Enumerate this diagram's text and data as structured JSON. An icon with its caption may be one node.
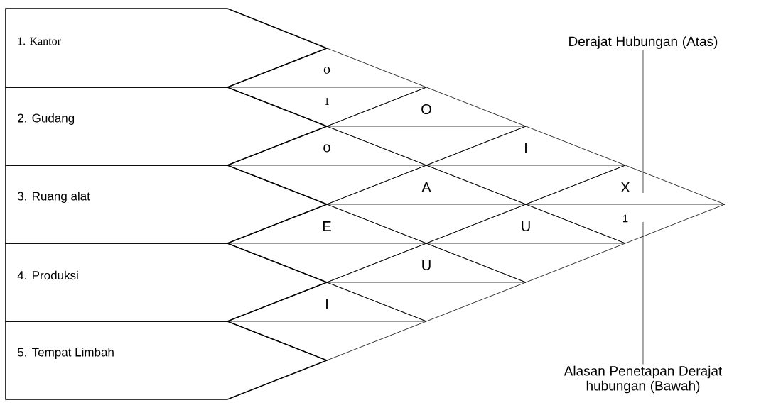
{
  "diagram": {
    "nodes": [
      {
        "text": [
          "1. Kantor"
        ]
      },
      {
        "text": [
          "2.  Gudang"
        ]
      },
      {
        "text": [
          "3. Ruang alat"
        ]
      },
      {
        "text": [
          "4. Produksi"
        ]
      },
      {
        "text": [
          "5. Tempat Limbah"
        ]
      },
      {
        "text": [
          "o",
          "1"
        ]
      },
      {
        "text": [
          "O"
        ]
      },
      {
        "text": [
          "o"
        ]
      },
      {
        "text": [
          "I"
        ]
      },
      {
        "text": [
          "A"
        ]
      },
      {
        "text": [
          "E"
        ]
      },
      {
        "text": [
          "X",
          "1"
        ]
      },
      {
        "text": [
          "U"
        ]
      },
      {
        "text": [
          "U"
        ]
      },
      {
        "text": [
          "I"
        ]
      },
      {
        "text": [
          "Derajat Hubungan (Atas)"
        ]
      },
      {
        "text": [
          "Alasan Penetapan Derajat hubungan (Bawah)"
        ]
      }
    ],
    "edges": [
      {
        "from": 15,
        "to": 11,
        "arrow": "none"
      },
      {
        "from": 16,
        "to": 11,
        "arrow": "none"
      }
    ]
  }
}
